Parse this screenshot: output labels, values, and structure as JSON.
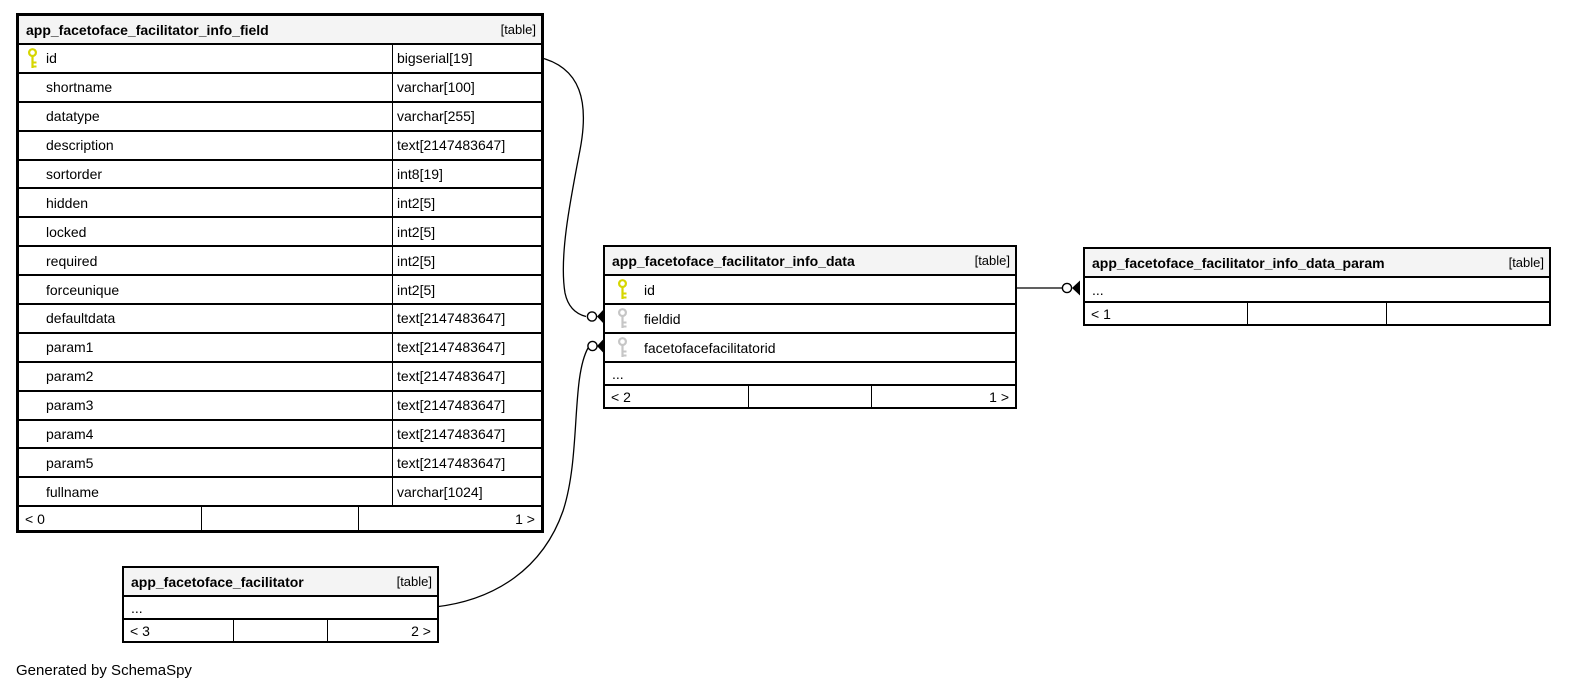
{
  "note": "Generated by SchemaSpy",
  "colors": {
    "primary_key": "#d6d600",
    "foreign_key": "#c6c6c6",
    "header_bg": "#f4f4f4",
    "border": "#000000",
    "edge": "#000000"
  },
  "tables": [
    {
      "title": "app_facetoface_facilitator_info_field",
      "badge": "[table]",
      "columns": [
        {
          "name": "id",
          "type": "bigserial[19]",
          "key": "primary-key-icon"
        },
        {
          "name": "shortname",
          "type": "varchar[100]"
        },
        {
          "name": "datatype",
          "type": "varchar[255]"
        },
        {
          "name": "description",
          "type": "text[2147483647]"
        },
        {
          "name": "sortorder",
          "type": "int8[19]"
        },
        {
          "name": "hidden",
          "type": "int2[5]"
        },
        {
          "name": "locked",
          "type": "int2[5]"
        },
        {
          "name": "required",
          "type": "int2[5]"
        },
        {
          "name": "forceunique",
          "type": "int2[5]"
        },
        {
          "name": "defaultdata",
          "type": "text[2147483647]"
        },
        {
          "name": "param1",
          "type": "text[2147483647]"
        },
        {
          "name": "param2",
          "type": "text[2147483647]"
        },
        {
          "name": "param3",
          "type": "text[2147483647]"
        },
        {
          "name": "param4",
          "type": "text[2147483647]"
        },
        {
          "name": "param5",
          "type": "text[2147483647]"
        },
        {
          "name": "fullname",
          "type": "varchar[1024]"
        }
      ],
      "more": null,
      "footer": {
        "left": "< 0",
        "center": "",
        "right": "1 >"
      }
    },
    {
      "title": "app_facetoface_facilitator_info_data",
      "badge": "[table]",
      "columns": [
        {
          "name": "id",
          "key": "primary-key-icon"
        },
        {
          "name": "fieldid",
          "key": "foreign-key-icon"
        },
        {
          "name": "facetofacefacilitatorid",
          "key": "foreign-key-icon"
        }
      ],
      "more": "...",
      "footer": {
        "left": "< 2",
        "center": "",
        "right": "1 >"
      }
    },
    {
      "title": "app_facetoface_facilitator_info_data_param",
      "badge": "[table]",
      "columns": [],
      "more": "...",
      "footer": {
        "left": "< 1",
        "center": "",
        "right": ""
      }
    },
    {
      "title": "app_facetoface_facilitator",
      "badge": "[table]",
      "columns": [],
      "more": "...",
      "footer": {
        "left": "< 3",
        "center": "",
        "right": "2 >"
      }
    }
  ],
  "relationships": [
    {
      "from_table": "app_facetoface_facilitator_info_field",
      "from_column": "id",
      "to_table": "app_facetoface_facilitator_info_data",
      "to_column": "fieldid",
      "cardinality": "zero-or-many"
    },
    {
      "from_table": "app_facetoface_facilitator",
      "to_table": "app_facetoface_facilitator_info_data",
      "to_column": "facetofacefacilitatorid",
      "cardinality": "zero-or-many"
    },
    {
      "from_table": "app_facetoface_facilitator_info_data",
      "from_column": "id",
      "to_table": "app_facetoface_facilitator_info_data_param",
      "cardinality": "zero-or-many"
    }
  ]
}
